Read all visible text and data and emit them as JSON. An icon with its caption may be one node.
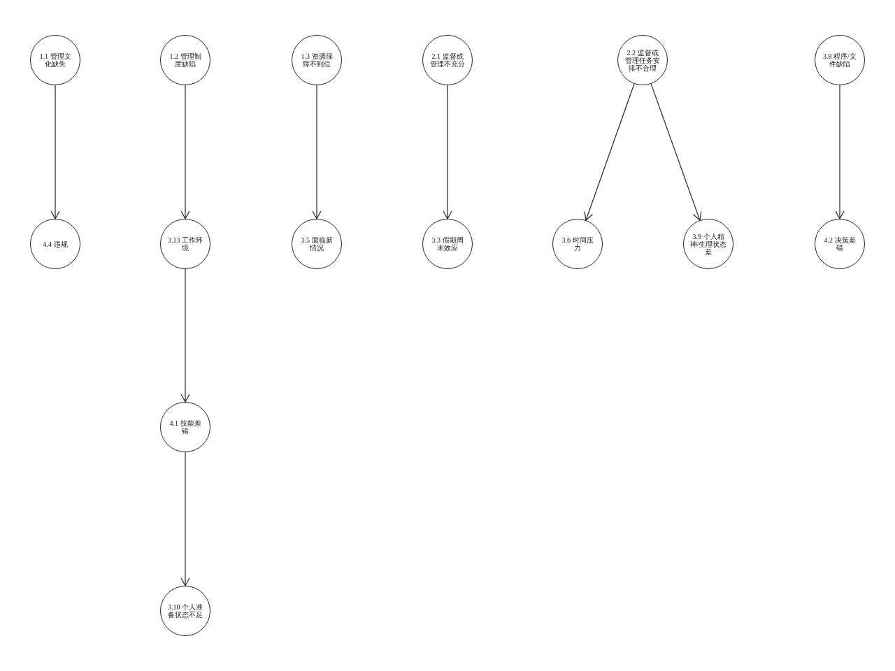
{
  "diagram": {
    "nodes": [
      {
        "text": [
          "1.1 管理文化缺失"
        ]
      },
      {
        "text": [
          "1.2 管理制度缺陷"
        ]
      },
      {
        "text": [
          "1.3 资源保障不到位"
        ]
      },
      {
        "text": [
          "2.1 监督或管理不充分"
        ]
      },
      {
        "text": [
          "2.2 监督或管理任务安排不合理"
        ]
      },
      {
        "text": [
          "3.8 程序/文件缺陷"
        ]
      },
      {
        "text": [
          "4.4 违规"
        ]
      },
      {
        "text": [
          "3.13 工作环境"
        ]
      },
      {
        "text": [
          "3.5 面临新情况"
        ]
      },
      {
        "text": [
          "3.3 假期周末效应"
        ]
      },
      {
        "text": [
          "3.6 时间压力"
        ]
      },
      {
        "text": [
          "3.9 个人精神/生理状态差"
        ]
      },
      {
        "text": [
          "4.2 决策差错"
        ]
      },
      {
        "text": [
          "4.1 技能差错"
        ]
      },
      {
        "text": [
          "3.10 个人准备状态不足"
        ]
      }
    ],
    "edges": [
      {
        "from": 0,
        "to": 6,
        "arrow": "to"
      },
      {
        "from": 1,
        "to": 7,
        "arrow": "to"
      },
      {
        "from": 2,
        "to": 8,
        "arrow": "to"
      },
      {
        "from": 3,
        "to": 9,
        "arrow": "to"
      },
      {
        "from": 4,
        "to": 10,
        "arrow": "to"
      },
      {
        "from": 4,
        "to": 11,
        "arrow": "to"
      },
      {
        "from": 5,
        "to": 12,
        "arrow": "to"
      },
      {
        "from": 7,
        "to": 13,
        "arrow": "to"
      },
      {
        "from": 13,
        "to": 14,
        "arrow": "to"
      }
    ]
  }
}
